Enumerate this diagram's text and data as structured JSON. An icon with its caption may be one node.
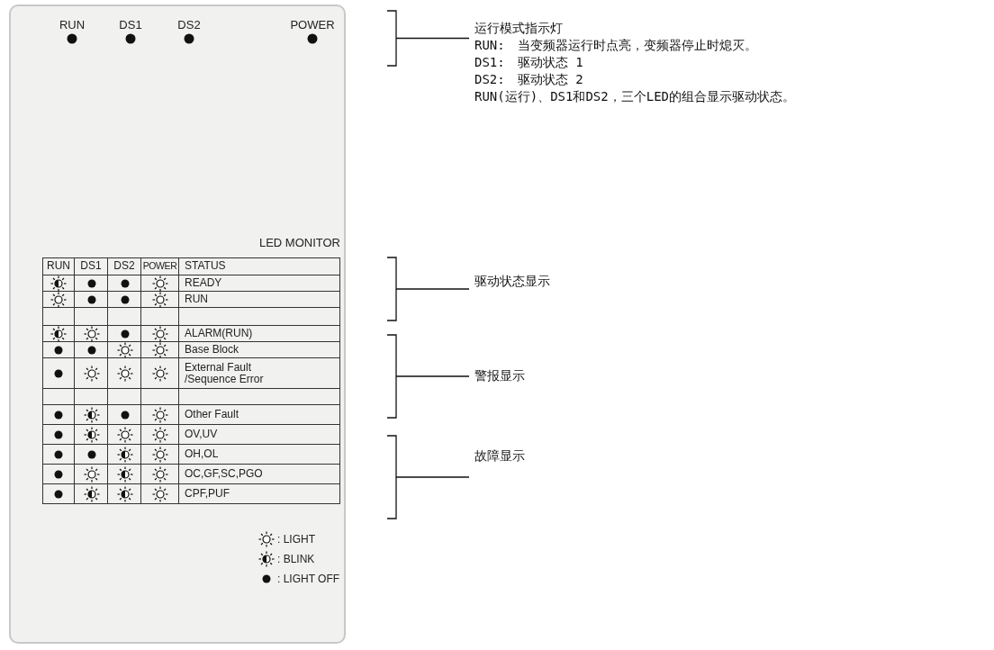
{
  "diagram": {
    "nodes": [
      {
        "text": [
          "运行模式指示灯",
          "RUN:　当变频器运行时点亮，变频器停止时熄灭。",
          "DS1:　驱动状态 1",
          "DS2:　驱动状态 2",
          "RUN(运行)、DS1和DS2，三个LED的组合显示驱动状态。"
        ]
      },
      {
        "text": [
          "驱动状态显示"
        ]
      },
      {
        "text": [
          "警报显示"
        ]
      },
      {
        "text": [
          "故障显示"
        ]
      },
      {
        "text": [],
        "shape": "bracket"
      },
      {
        "text": [],
        "shape": "bracket"
      },
      {
        "text": [],
        "shape": "bracket"
      },
      {
        "text": [],
        "shape": "bracket"
      }
    ],
    "edges": [
      {
        "from": 0,
        "to": 4,
        "arrow": "none"
      },
      {
        "from": 1,
        "to": 5,
        "arrow": "none"
      },
      {
        "from": 2,
        "to": 6,
        "arrow": "none"
      },
      {
        "from": 3,
        "to": 7,
        "arrow": "none"
      }
    ],
    "labels": [
      "RUN",
      "DS1",
      "DS2",
      "POWER",
      "LED MONITOR",
      "RUN",
      "DS1",
      "DS2",
      "POWER",
      "STATUS",
      "READY",
      "RUN",
      "ALARM(RUN)",
      "Base Block",
      "External Fault /Sequence Error",
      "Other Fault",
      "OV,UV",
      "OH,OL",
      "OC,GF,SC,PGO",
      "CPF,PUF"
    ],
    "legend": [
      {
        "text": ": LIGHT"
      },
      {
        "text": ": BLINK"
      },
      {
        "text": ": LIGHT OFF"
      }
    ]
  }
}
